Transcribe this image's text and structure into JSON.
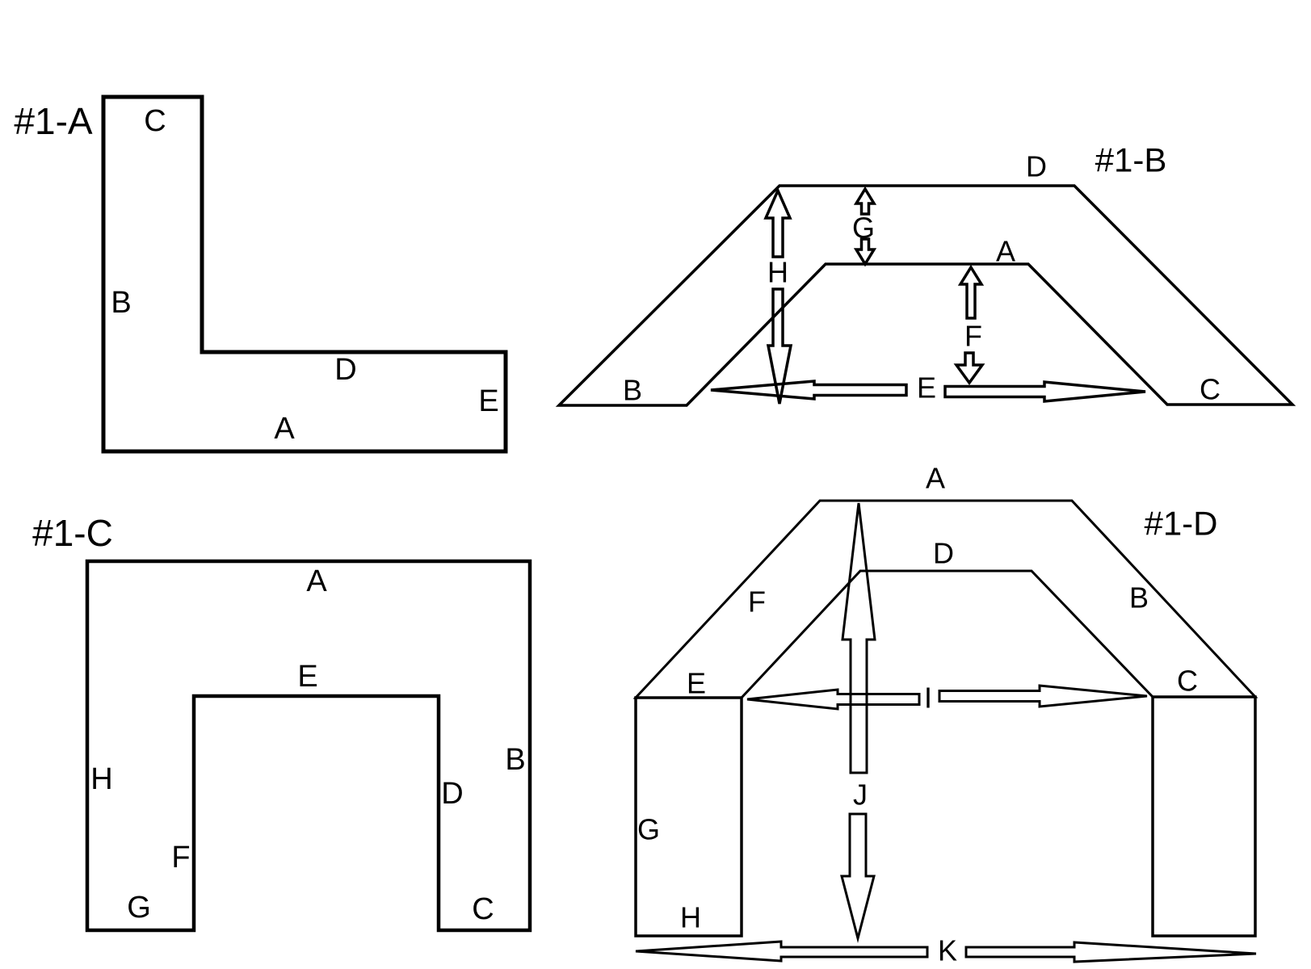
{
  "palette": {
    "ink": "#000000",
    "background": "#ffffff"
  },
  "figures": {
    "f1a": {
      "title": "#1-A",
      "labels": {
        "c": "C",
        "b": "B",
        "d": "D",
        "e": "E",
        "a": "A"
      }
    },
    "f1b": {
      "title": "#1-B",
      "labels": {
        "d": "D",
        "a": "A",
        "b": "B",
        "c": "C",
        "e": "E",
        "f": "F",
        "g": "G",
        "h": "H"
      }
    },
    "f1c": {
      "title": "#1-C",
      "labels": {
        "a": "A",
        "e": "E",
        "h": "H",
        "b": "B",
        "d": "D",
        "f": "F",
        "g": "G",
        "c": "C"
      }
    },
    "f1d": {
      "title": "#1-D",
      "labels": {
        "a": "A",
        "d": "D",
        "f": "F",
        "b": "B",
        "e": "E",
        "c": "C",
        "g": "G",
        "h": "H",
        "i": "I",
        "j": "J",
        "k": "K"
      }
    }
  }
}
